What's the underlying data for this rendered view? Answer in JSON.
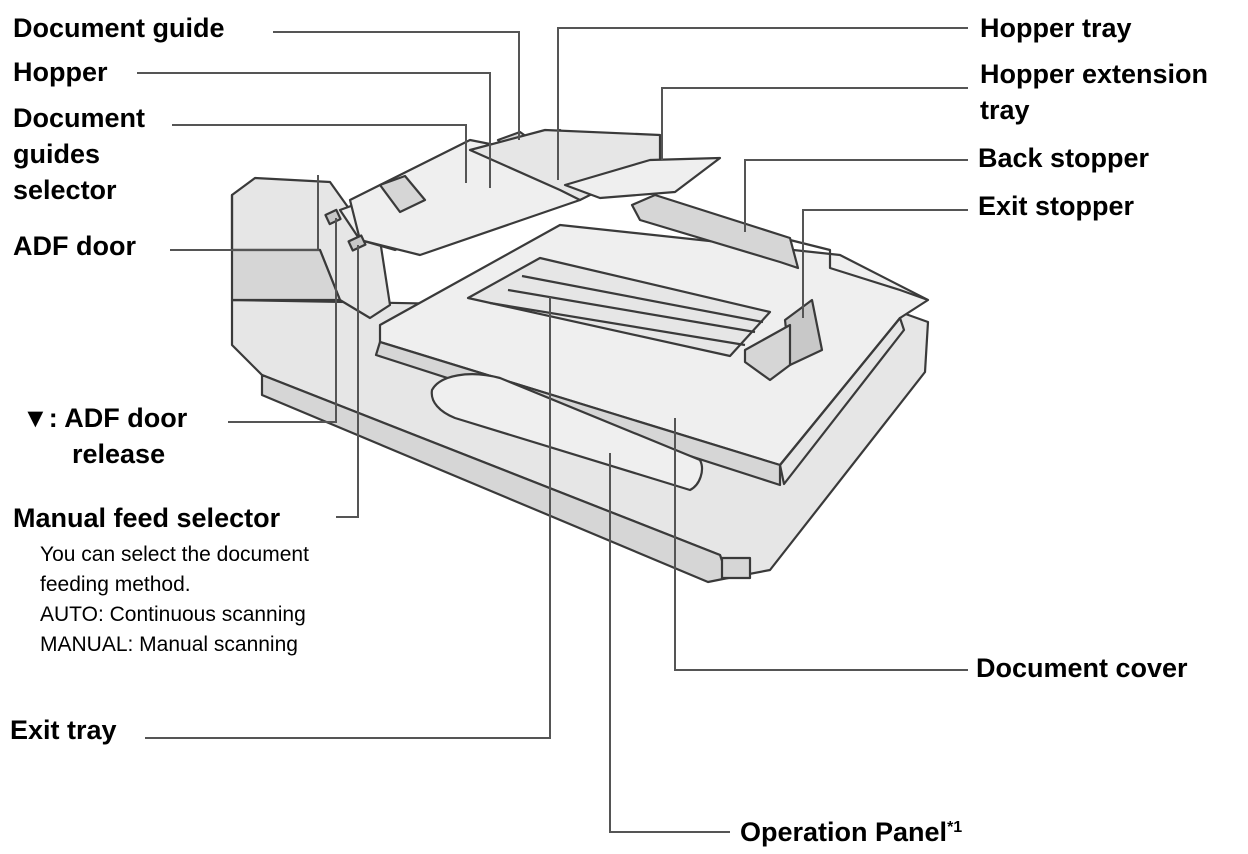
{
  "labels": {
    "document_guide": "Document guide",
    "hopper": "Hopper",
    "document_guides_selector": [
      "Document",
      "guides",
      "selector"
    ],
    "adf_door": "ADF door",
    "adf_door_release": {
      "symbol": "▼",
      "line1": ": ADF door",
      "line2": "release"
    },
    "manual_feed_selector": "Manual feed selector",
    "manual_feed_description": [
      "You can select the document",
      "feeding method.",
      "AUTO: Continuous scanning",
      "MANUAL: Manual scanning"
    ],
    "exit_tray": "Exit tray",
    "hopper_tray": "Hopper tray",
    "hopper_extension_tray": [
      "Hopper extension",
      "tray"
    ],
    "back_stopper": "Back stopper",
    "exit_stopper": "Exit stopper",
    "document_cover": "Document cover",
    "operation_panel": "Operation Panel",
    "operation_panel_note": "*1"
  }
}
